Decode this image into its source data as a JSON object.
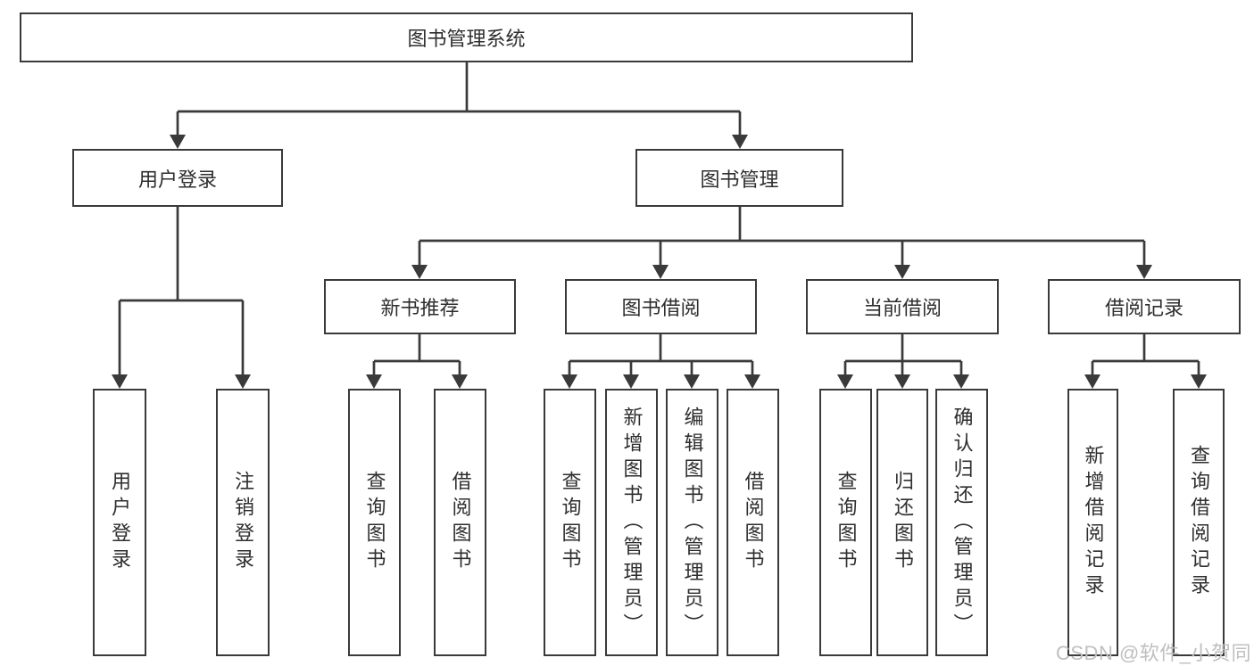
{
  "diagram": {
    "root": {
      "label": "图书管理系统",
      "children": [
        {
          "label": "用户登录",
          "children": [
            {
              "label": "用户登录"
            },
            {
              "label": "注销登录"
            }
          ]
        },
        {
          "label": "图书管理",
          "children": [
            {
              "label": "新书推荐",
              "children": [
                {
                  "label": "查询图书"
                },
                {
                  "label": "借阅图书"
                }
              ]
            },
            {
              "label": "图书借阅",
              "children": [
                {
                  "label": "查询图书"
                },
                {
                  "label": "新增图书（管理员）"
                },
                {
                  "label": "编辑图书（管理员）"
                },
                {
                  "label": "借阅图书"
                }
              ]
            },
            {
              "label": "当前借阅",
              "children": [
                {
                  "label": "查询图书"
                },
                {
                  "label": "归还图书"
                },
                {
                  "label": "确认归还（管理员）"
                }
              ]
            },
            {
              "label": "借阅记录",
              "children": [
                {
                  "label": "新增借阅记录"
                },
                {
                  "label": "查询借阅记录"
                }
              ]
            }
          ]
        }
      ]
    }
  },
  "watermark": {
    "text": "CSDN @软件_小贺同学"
  },
  "colors": {
    "line": "#3a3a3a",
    "box_border": "#3a3a3a",
    "box_background": "#ffffff",
    "text": "#2e2e2e",
    "watermark": "#bfbfbf"
  }
}
